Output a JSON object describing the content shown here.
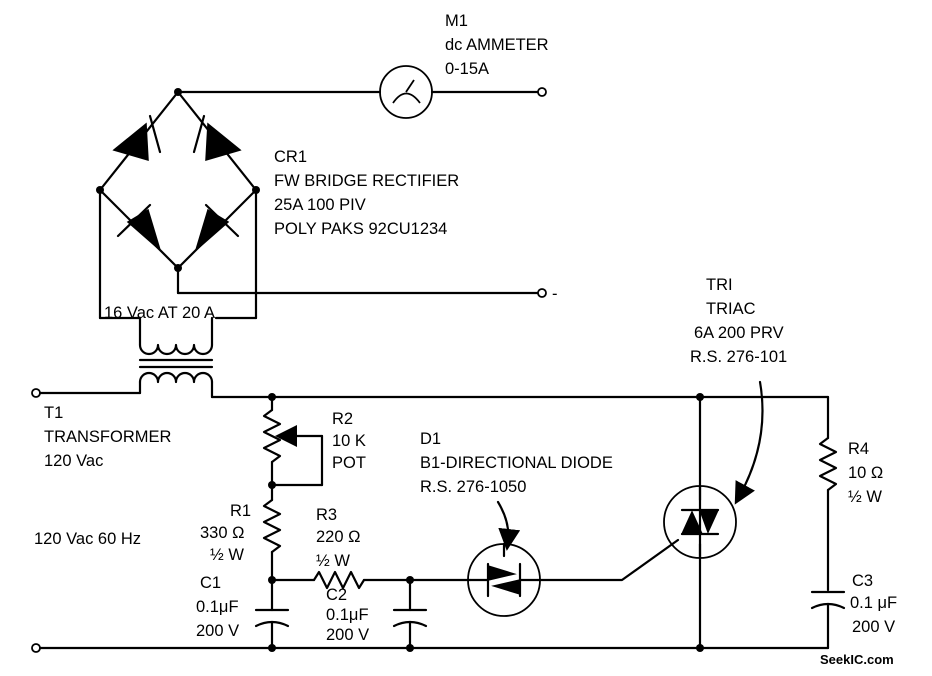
{
  "meter": {
    "ref": "M1",
    "type": "dc AMMETER",
    "range": "0-15A"
  },
  "rectifier": {
    "ref": "CR1",
    "type": "FW BRIDGE RECTIFIER",
    "rating": "25A 100 PIV",
    "part": "POLY PAKS 92CU1234"
  },
  "output_minus": "-",
  "transformer": {
    "secondary": "16 Vac AT 20 A",
    "ref": "T1",
    "type": "TRANSFORMER",
    "primary": "120 Vac"
  },
  "supply": "120 Vac 60 Hz",
  "r2": {
    "ref": "R2",
    "value": "10 K",
    "type": "POT"
  },
  "r1": {
    "ref": "R1",
    "value": "330 Ω",
    "power": "½ W"
  },
  "r3": {
    "ref": "R3",
    "value": "220 Ω",
    "power": "½ W"
  },
  "c1": {
    "ref": "C1",
    "value": "0.1μF",
    "voltage": "200 V"
  },
  "c2": {
    "ref": "C2",
    "value": "0.1μF",
    "voltage": "200 V"
  },
  "d1": {
    "ref": "D1",
    "type": "B1-DIRECTIONAL DIODE",
    "part": "R.S. 276-1050"
  },
  "triac": {
    "ref": "TRI",
    "type": "TRIAC",
    "rating": "6A 200 PRV",
    "part": "R.S. 276-101"
  },
  "r4": {
    "ref": "R4",
    "value": "10 Ω",
    "power": "½ W"
  },
  "c3": {
    "ref": "C3",
    "value": "0.1 μF",
    "voltage": "200 V"
  },
  "watermark": "SeekIC.com"
}
